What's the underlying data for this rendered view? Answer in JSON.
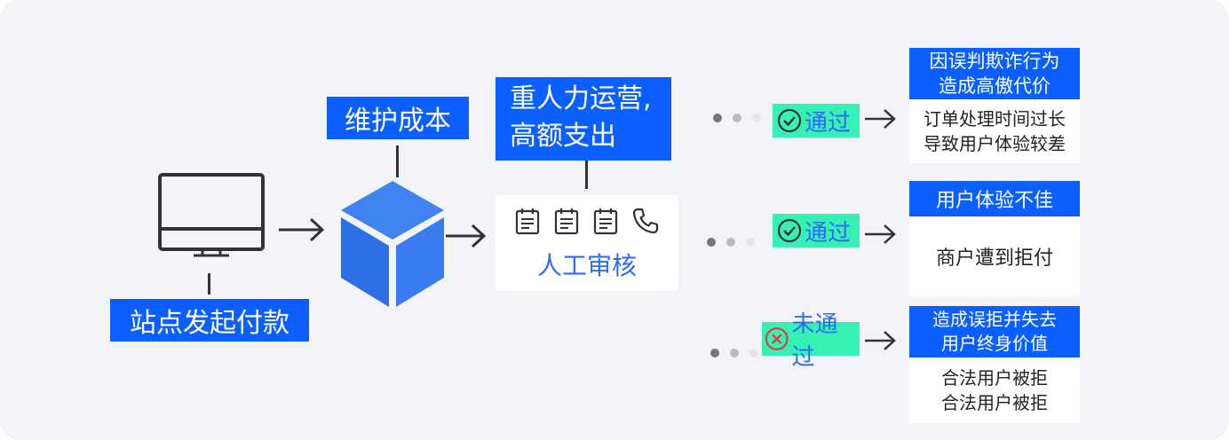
{
  "colors": {
    "background": "#f3f4f8",
    "label_blue": "#0b5fff",
    "badge_green": "#36f0b4",
    "cube_top": "#3f82f0",
    "cube_left": "#2f6fe6",
    "cube_right": "#3a7cf0",
    "pass_icon": "#333333",
    "fail_icon": "#e23b3b",
    "badge_text": "#2b6cf2"
  },
  "icons": {
    "monitor": "monitor-icon",
    "cube": "cube-icon",
    "review_doc": "document-icon",
    "phone": "phone-icon",
    "pass": "check-circle-icon",
    "fail": "x-circle-icon"
  },
  "start": {
    "label": "站点发起付款"
  },
  "maintenance": {
    "label": "维护成本"
  },
  "manual_review": {
    "top_label_line1": "重人力运营,",
    "top_label_line2": "高额支出",
    "title": "人工审核"
  },
  "outcomes": [
    {
      "status": "通过",
      "result": "pass",
      "header_line1": "因误判欺诈行为",
      "header_line2": "造成高傲代价",
      "body_line1": "订单处理时间过长",
      "body_line2": "导致用户体验较差"
    },
    {
      "status": "通过",
      "result": "pass",
      "header_line1": "用户体验不佳",
      "body_line1": "商户遭到拒付"
    },
    {
      "status": "未通过",
      "result": "fail",
      "header_line1": "造成误拒并失去",
      "header_line2": "用户终身价值",
      "body_line1": "合法用户被拒",
      "body_line2": "合法用户被拒"
    }
  ]
}
